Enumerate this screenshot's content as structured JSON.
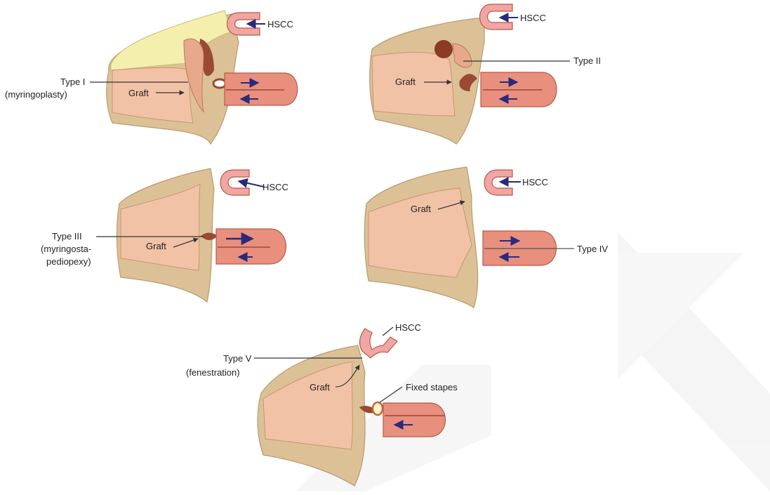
{
  "panels": [
    {
      "id": "type-1",
      "type_label": [
        "Type I",
        "(myringoplasty)"
      ],
      "graft_label": "Graft",
      "hscc_label": "HSCC"
    },
    {
      "id": "type-2",
      "type_label": [
        "Type II"
      ],
      "graft_label": "Graft",
      "hscc_label": "HSCC"
    },
    {
      "id": "type-3",
      "type_label": [
        "Type III",
        "(myringosta-",
        "pediopexy)"
      ],
      "graft_label": "Graft",
      "hscc_label": "HSCC"
    },
    {
      "id": "type-4",
      "type_label": [
        "Type IV"
      ],
      "graft_label": "Graft",
      "hscc_label": "HSCC"
    },
    {
      "id": "type-5",
      "type_label": [
        "Type V",
        "(fenestration)"
      ],
      "graft_label": "Graft",
      "hscc_label": "HSCC",
      "extra_label": "Fixed stapes"
    }
  ],
  "colors": {
    "bone": "#dcc196",
    "bone_edge": "#b89a6e",
    "canal": "#f2c2a6",
    "canal_edge": "#c49574",
    "inner_ear": "#e88f7e",
    "inner_ear_edge": "#b65a4a",
    "hscc": "#f0a6a2",
    "attic": "#f5efae",
    "ossicle": "#9a4a33",
    "arrow": "#2a2a7a",
    "watermark": "#ebebeb"
  }
}
